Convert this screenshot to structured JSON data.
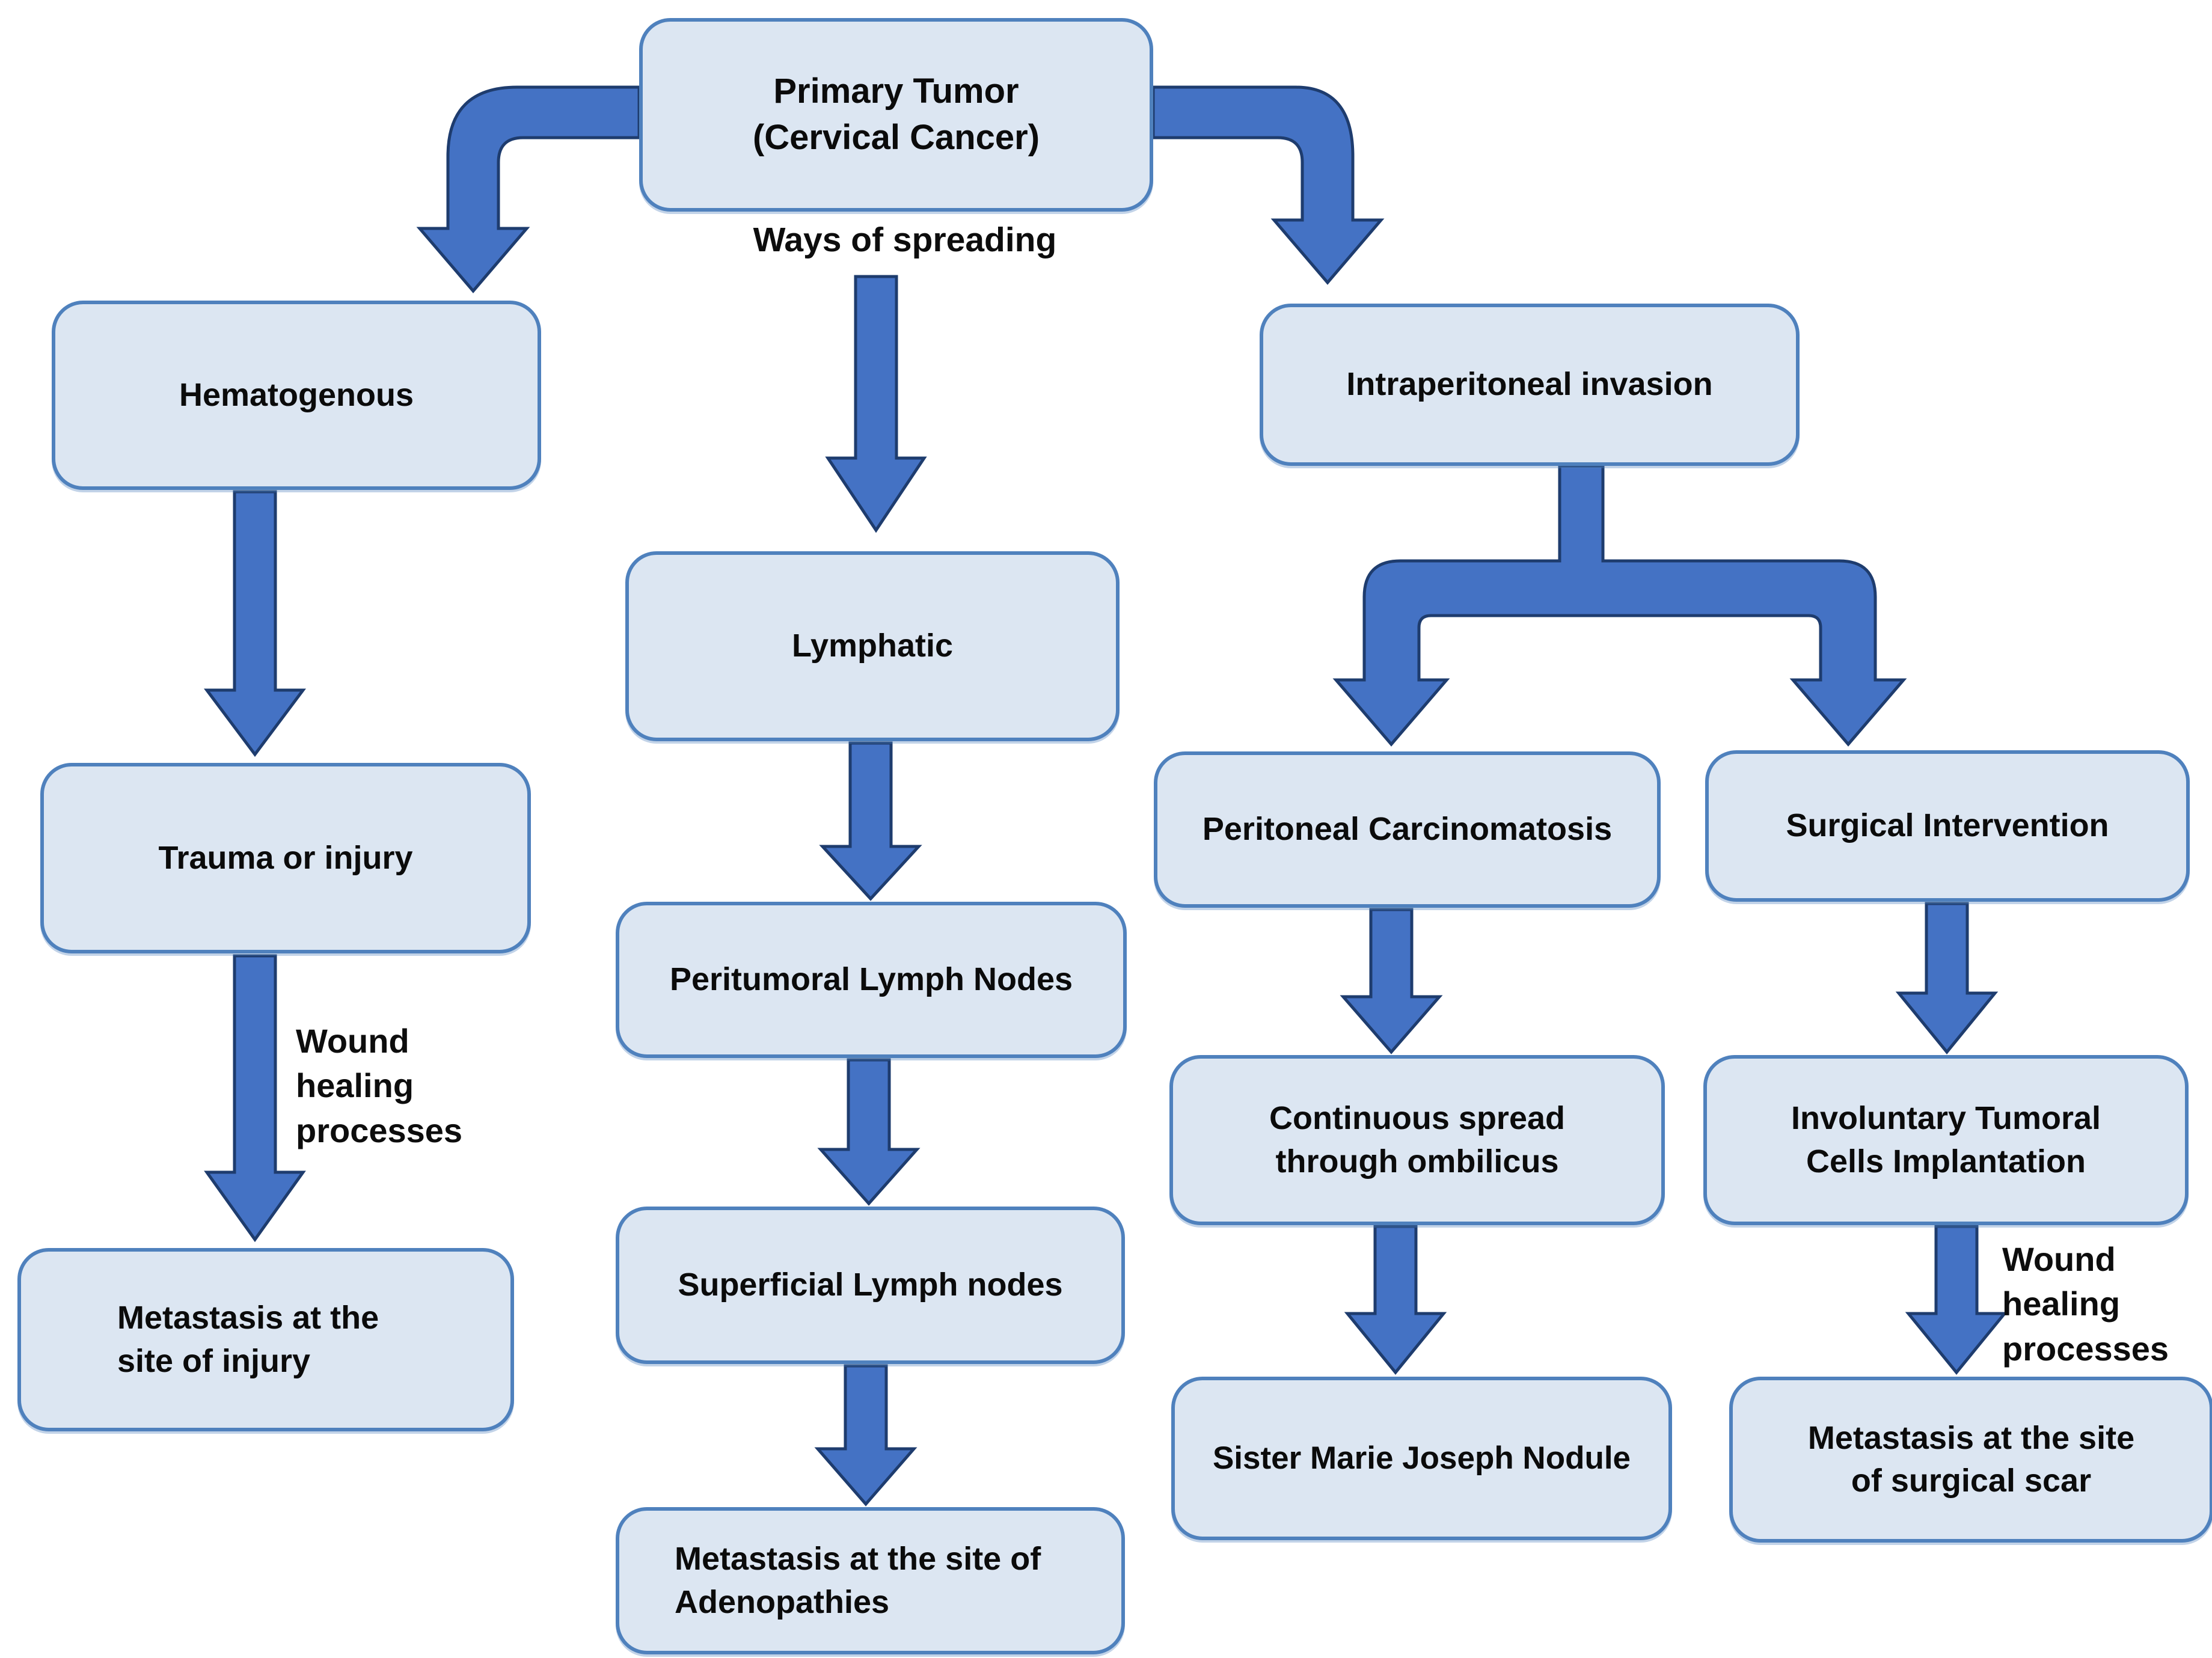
{
  "diagram": {
    "background_color": "#ffffff",
    "node_fill_color": "#dce6f2",
    "node_border_color": "#4f81bd",
    "arrow_fill_color": "#4472c4",
    "arrow_outline_color": "#1e3c6e",
    "text_color": "#0b0b0b",
    "nodes": {
      "primary": {
        "label": "Primary Tumor\n(Cervical Cancer)"
      },
      "hematogenous": {
        "label": "Hematogenous"
      },
      "trauma": {
        "label": "Trauma or injury"
      },
      "met_injury": {
        "label": "Metastasis at the\nsite of injury"
      },
      "lymphatic": {
        "label": "Lymphatic"
      },
      "peritumoral": {
        "label": "Peritumoral Lymph Nodes"
      },
      "superficial": {
        "label": "Superficial Lymph nodes"
      },
      "met_adeno": {
        "label": "Metastasis at the site of\nAdenopathies"
      },
      "intraperitoneal": {
        "label": "Intraperitoneal invasion"
      },
      "perit_carc": {
        "label": "Peritoneal Carcinomatosis"
      },
      "continuous": {
        "label": "Continuous spread\nthrough ombilicus"
      },
      "sister": {
        "label": "Sister Marie Joseph Nodule"
      },
      "surgical": {
        "label": "Surgical Intervention"
      },
      "involuntary": {
        "label": "Involuntary Tumoral\nCells Implantation"
      },
      "met_scar": {
        "label": "Metastasis at the site\nof surgical scar"
      }
    },
    "labels": {
      "ways_of_spreading": "Ways of spreading",
      "wound_left": "Wound\nhealing\nprocesses",
      "wound_right": "Wound\nhealing\nprocesses"
    },
    "edges": [
      {
        "from": "primary",
        "to": "hematogenous"
      },
      {
        "from": "primary",
        "to": "lymphatic",
        "label": "Ways of spreading"
      },
      {
        "from": "primary",
        "to": "intraperitoneal"
      },
      {
        "from": "hematogenous",
        "to": "trauma"
      },
      {
        "from": "trauma",
        "to": "met_injury",
        "label": "Wound healing processes"
      },
      {
        "from": "lymphatic",
        "to": "peritumoral"
      },
      {
        "from": "peritumoral",
        "to": "superficial"
      },
      {
        "from": "superficial",
        "to": "met_adeno"
      },
      {
        "from": "intraperitoneal",
        "to": "perit_carc"
      },
      {
        "from": "intraperitoneal",
        "to": "surgical"
      },
      {
        "from": "perit_carc",
        "to": "continuous"
      },
      {
        "from": "continuous",
        "to": "sister"
      },
      {
        "from": "surgical",
        "to": "involuntary"
      },
      {
        "from": "involuntary",
        "to": "met_scar",
        "label": "Wound healing processes"
      }
    ]
  }
}
